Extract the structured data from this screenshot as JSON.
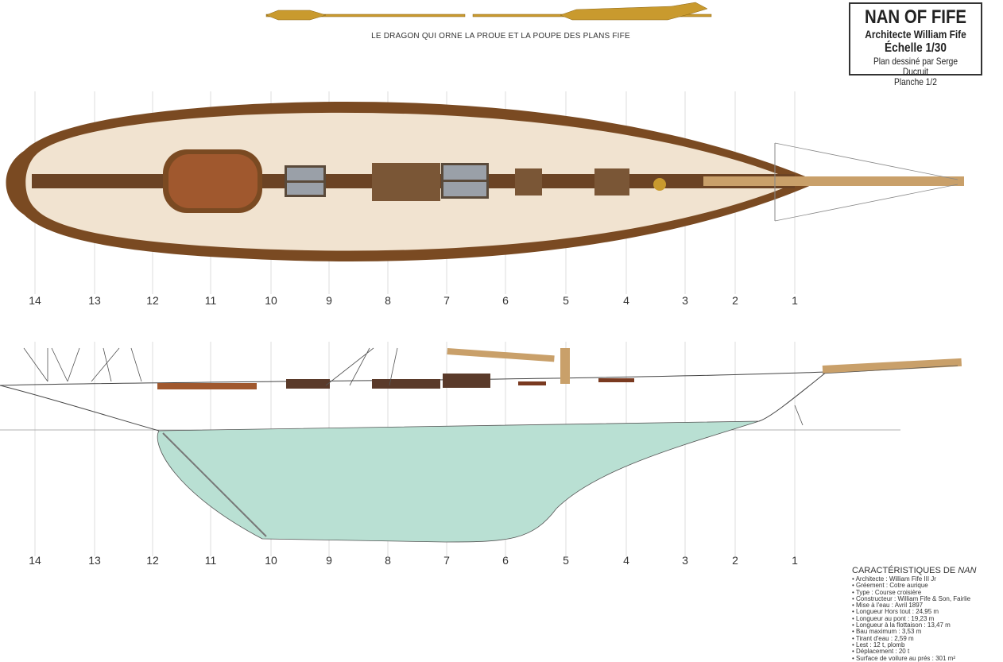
{
  "caption": "LE DRAGON QUI ORNE LA PROUE ET LA POUPE DES PLANS FIFE",
  "title_block": {
    "name": "NAN OF FIFE",
    "architect": "Architecte William Fife",
    "scale": "Échelle 1/30",
    "drawn_by": "Plan dessiné par Serge Ducruit",
    "sheet": "Planche 1/2"
  },
  "stations": [
    "14",
    "13",
    "12",
    "11",
    "10",
    "9",
    "8",
    "7",
    "6",
    "5",
    "4",
    "3",
    "2",
    "1"
  ],
  "specs": {
    "heading": "CARACTÉRISTIQUES DE ",
    "heading_name": "NAN",
    "items": [
      "Architecte : William Fife III Jr",
      "Gréement : Cotre aurique",
      "Type : Course croisière",
      "Constructeur : William Fife & Son, Fairlie",
      "Mise à l'eau : Avril 1897",
      "Longueur Hors tout : 24,95 m",
      "Longueur au pont : 19,23 m",
      "Longueur à la flottaison : 13,47 m",
      "Bau maximum : 3,53 m",
      "Tirant d'eau : 2,59 m",
      "Lest : 12 t, plomb",
      "Déplacement : 20 t",
      "Surface de voilure au prés : 301 m²"
    ]
  },
  "colors": {
    "deck": "#f1e3d0",
    "hull_rim": "#7a4a22",
    "wood": "#6b4324",
    "underwater": "#b9e0d3",
    "gold": "#c99a2e"
  }
}
